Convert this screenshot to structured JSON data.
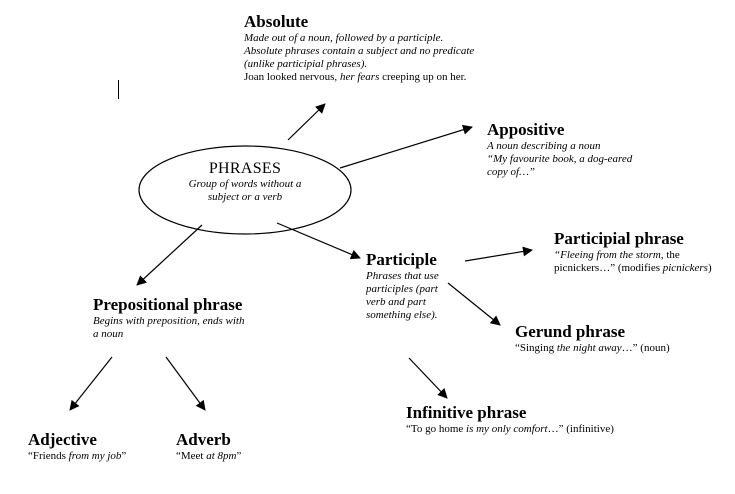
{
  "center": {
    "title": "PHRASES",
    "desc_line1": "Group of words without a",
    "desc_line2": "subject or a verb"
  },
  "absolute": {
    "title": "Absolute",
    "desc_line1": "Made out of a noun, followed by a participle.",
    "desc_line2": "Absolute phrases contain a subject and no predicate",
    "desc_line3": "(unlike participial phrases).",
    "example_pre": "Joan looked nervous, ",
    "example_em": "her fears",
    "example_post": " creeping up on her."
  },
  "appositive": {
    "title": "Appositive",
    "desc_line1": "A noun describing a noun",
    "desc_line2": "“My favourite book, a dog-eared",
    "desc_line3": "copy of…”"
  },
  "participle": {
    "title": "Participle",
    "desc_line1": "Phrases that use",
    "desc_line2": "participles (part",
    "desc_line3": "verb and part",
    "desc_line4": "something else)."
  },
  "participial": {
    "title": "Participial phrase",
    "example_em": "“Fleeing from the storm",
    "example_post": ", the",
    "example_line2": "picnickers…” (modifies ",
    "example_line2_em": "picnickers",
    "example_line2_end": ")"
  },
  "gerund": {
    "title": "Gerund phrase",
    "example_pre": "“Singing ",
    "example_em": "the night away",
    "example_post": "…” (noun)"
  },
  "infinitive": {
    "title": "Infinitive phrase",
    "example_pre": "“To go home ",
    "example_em": "is my only comfort",
    "example_post": "…” (infinitive)"
  },
  "prepositional": {
    "title": "Prepositional phrase",
    "desc_line1": "Begins with preposition, ends with",
    "desc_line2": "a noun"
  },
  "adjective": {
    "title": "Adjective",
    "example_pre": "“Friends ",
    "example_em": "from my job",
    "example_post": "”"
  },
  "adverb": {
    "title": "Adverb",
    "example_pre": "“Meet ",
    "example_em": "at 8pm",
    "example_post": "”"
  }
}
